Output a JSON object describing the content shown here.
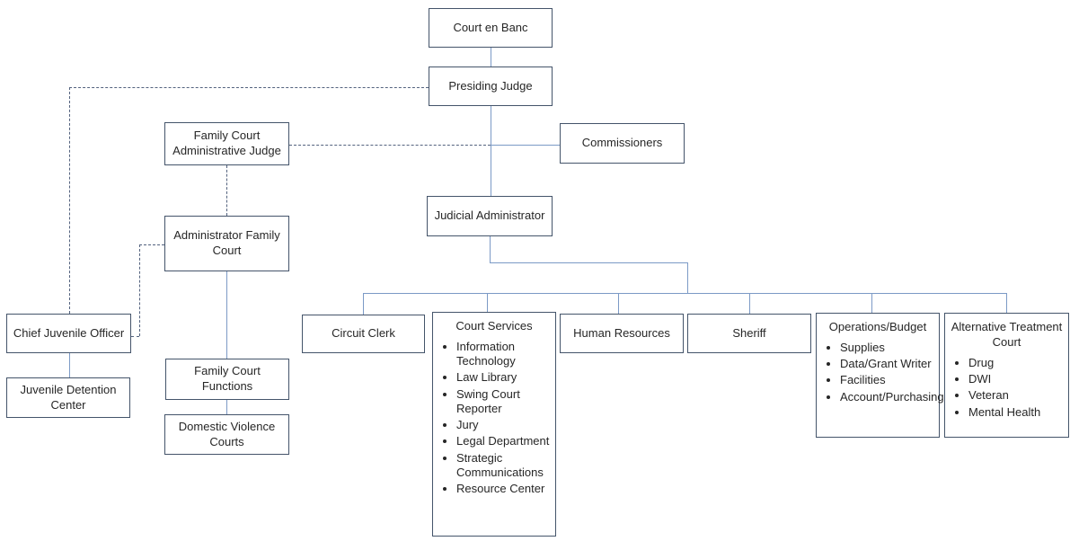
{
  "nodes": {
    "court_en_banc": {
      "label": "Court en Banc"
    },
    "presiding_judge": {
      "label": "Presiding Judge"
    },
    "family_court_admin_judge": {
      "label": "Family Court Administrative Judge"
    },
    "commissioners": {
      "label": "Commissioners"
    },
    "judicial_administrator": {
      "label": "Judicial Administrator"
    },
    "administrator_family_court": {
      "label": "Administrator Family Court"
    },
    "chief_juvenile_officer": {
      "label": "Chief Juvenile Officer"
    },
    "juvenile_detention_center": {
      "label": "Juvenile Detention Center"
    },
    "family_court_functions": {
      "label": "Family Court Functions"
    },
    "domestic_violence_courts": {
      "label": "Domestic Violence Courts"
    },
    "circuit_clerk": {
      "label": "Circuit Clerk"
    },
    "court_services": {
      "label": "Court Services",
      "items": [
        "Information Technology",
        "Law Library",
        "Swing Court Reporter",
        "Jury",
        "Legal Department",
        "Strategic Communications",
        "Resource Center"
      ]
    },
    "human_resources": {
      "label": "Human Resources"
    },
    "sheriff": {
      "label": "Sheriff"
    },
    "operations_budget": {
      "label": "Operations/Budget",
      "items": [
        "Supplies",
        "Data/Grant Writer",
        "Facilities",
        "Account/Purchasing"
      ]
    },
    "alternative_treatment_court": {
      "label": "Alternative Treatment Court",
      "items": [
        "Drug",
        "DWI",
        "Veteran",
        "Mental Health"
      ]
    }
  },
  "colors": {
    "box_border": "#44546A",
    "connector_solid": "#7C9AC6",
    "connector_dashed": "#53627E",
    "text": "#262626",
    "background": "#FFFFFF"
  }
}
